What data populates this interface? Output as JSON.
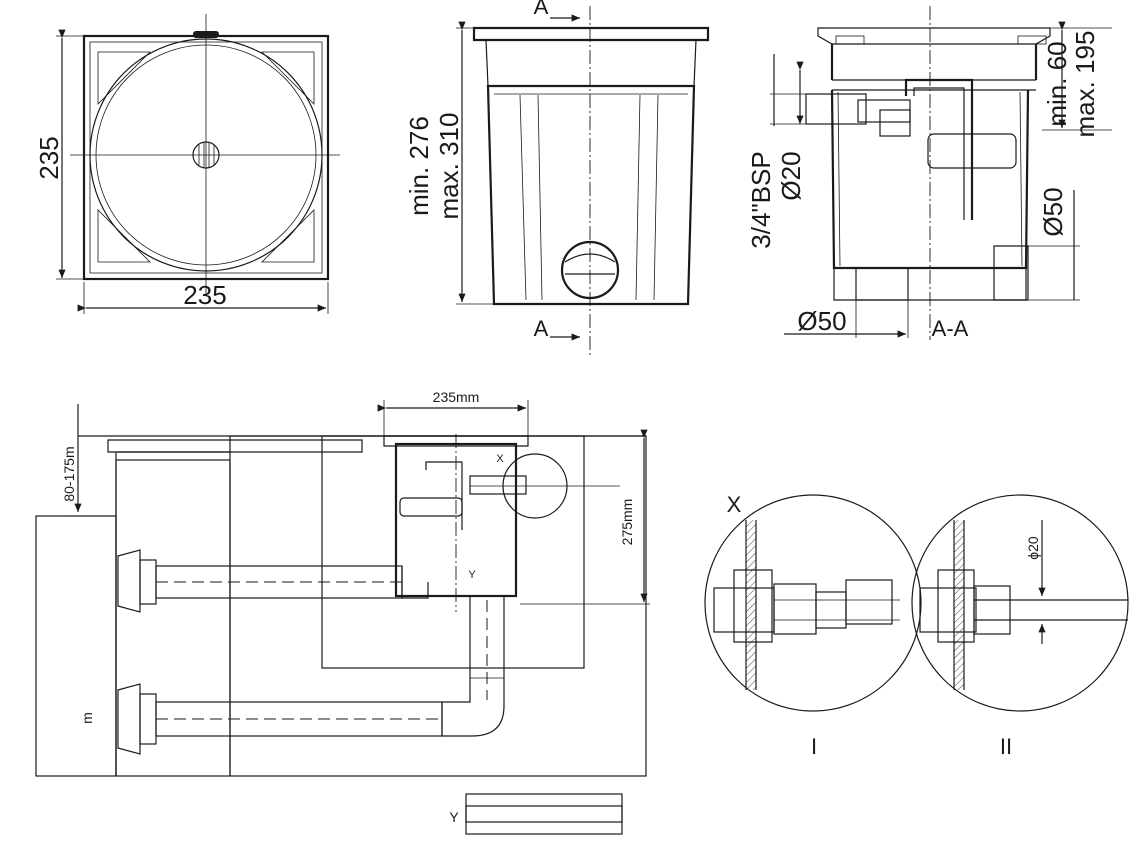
{
  "top_view": {
    "width_label": "235",
    "height_label": "235"
  },
  "front_view": {
    "height_min_label": "min. 276",
    "height_max_label": "max. 310",
    "section_mark_top": "A",
    "section_mark_bottom": "A"
  },
  "section_view": {
    "thread_label": "3/4\"BSP",
    "diameter_inlet_label": "Ø20",
    "lid_min_label": "min. 60",
    "lid_max_label": "max. 195",
    "side_diameter_label": "Ø50",
    "bottom_diameter_label": "Ø50",
    "section_title": "A-A"
  },
  "installation_view": {
    "top_width_label": "235mm",
    "depth_label": "80-175m",
    "height_label": "275mm",
    "detail_callout": "X",
    "detail_callout_y": "Y",
    "water_label": "m"
  },
  "detail_view": {
    "title": "X",
    "variant_one_label": "I",
    "variant_two_label": "II",
    "diameter_label": "ϕ20"
  },
  "pipe_detail": {
    "label": "Y"
  }
}
